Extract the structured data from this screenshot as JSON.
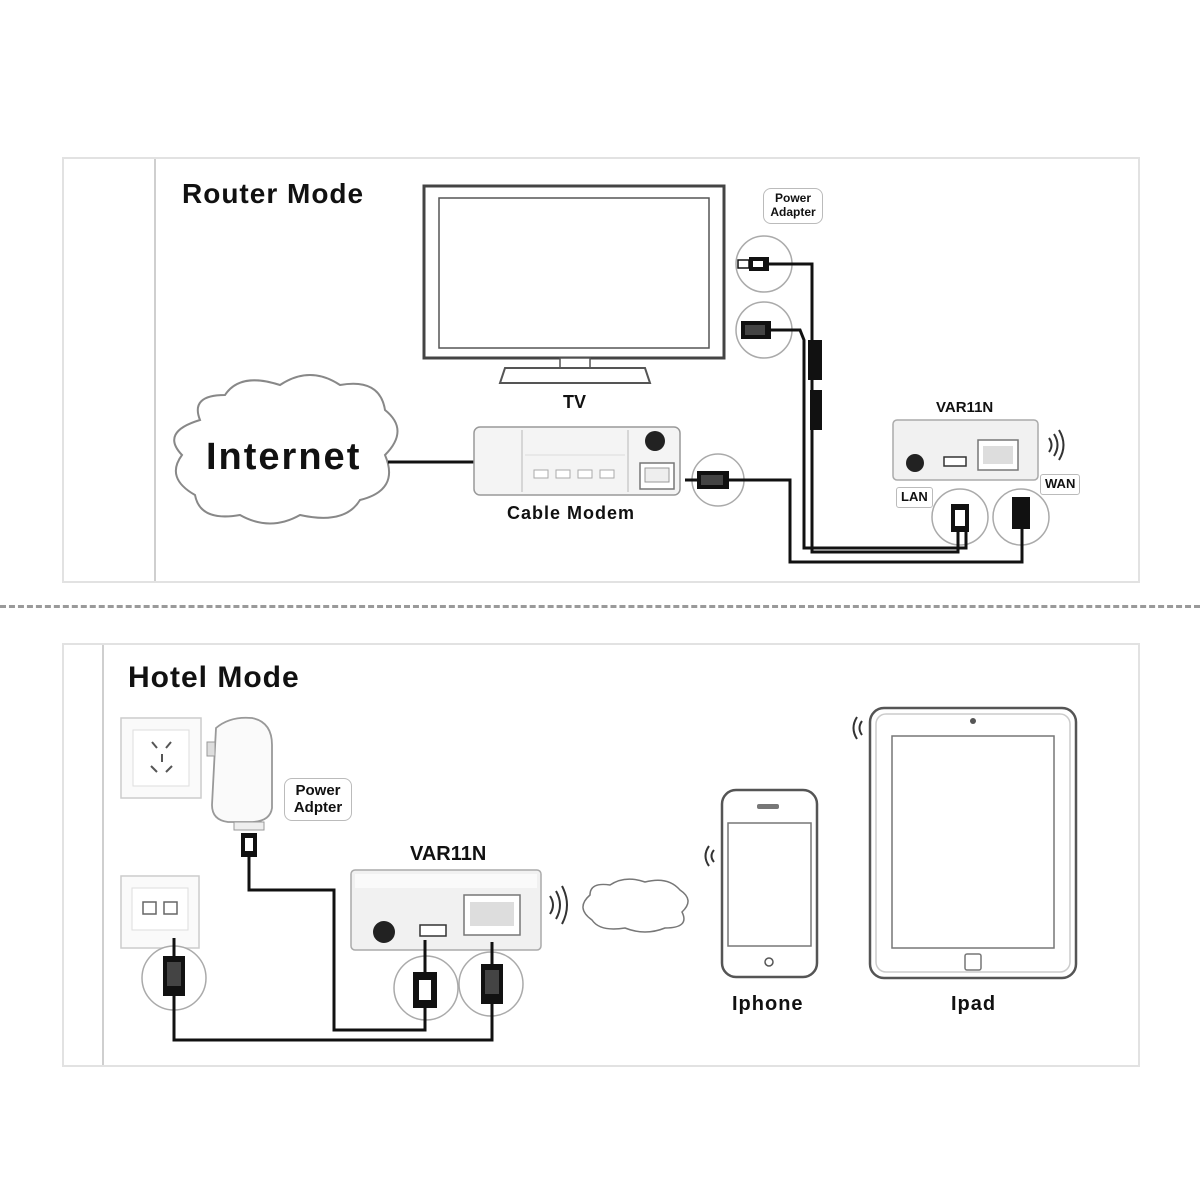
{
  "router_mode": {
    "title": "Router Mode",
    "internet_label": "Internet",
    "tv_label": "TV",
    "cable_modem_label": "Cable Modem",
    "device_label": "VAR11N",
    "power_adapter_label": "Power Adapter",
    "lan_label": "LAN",
    "wan_label": "WAN"
  },
  "hotel_mode": {
    "title": "Hotel Mode",
    "device_label": "VAR11N",
    "power_adapter_label": "Power Adpter",
    "iphone_label": "Iphone",
    "ipad_label": "Ipad"
  },
  "colors": {
    "line": "#111111",
    "panel_border": "#e2e2e2",
    "device_fill": "#f1f1f1",
    "dashed": "#9a9a9a"
  }
}
